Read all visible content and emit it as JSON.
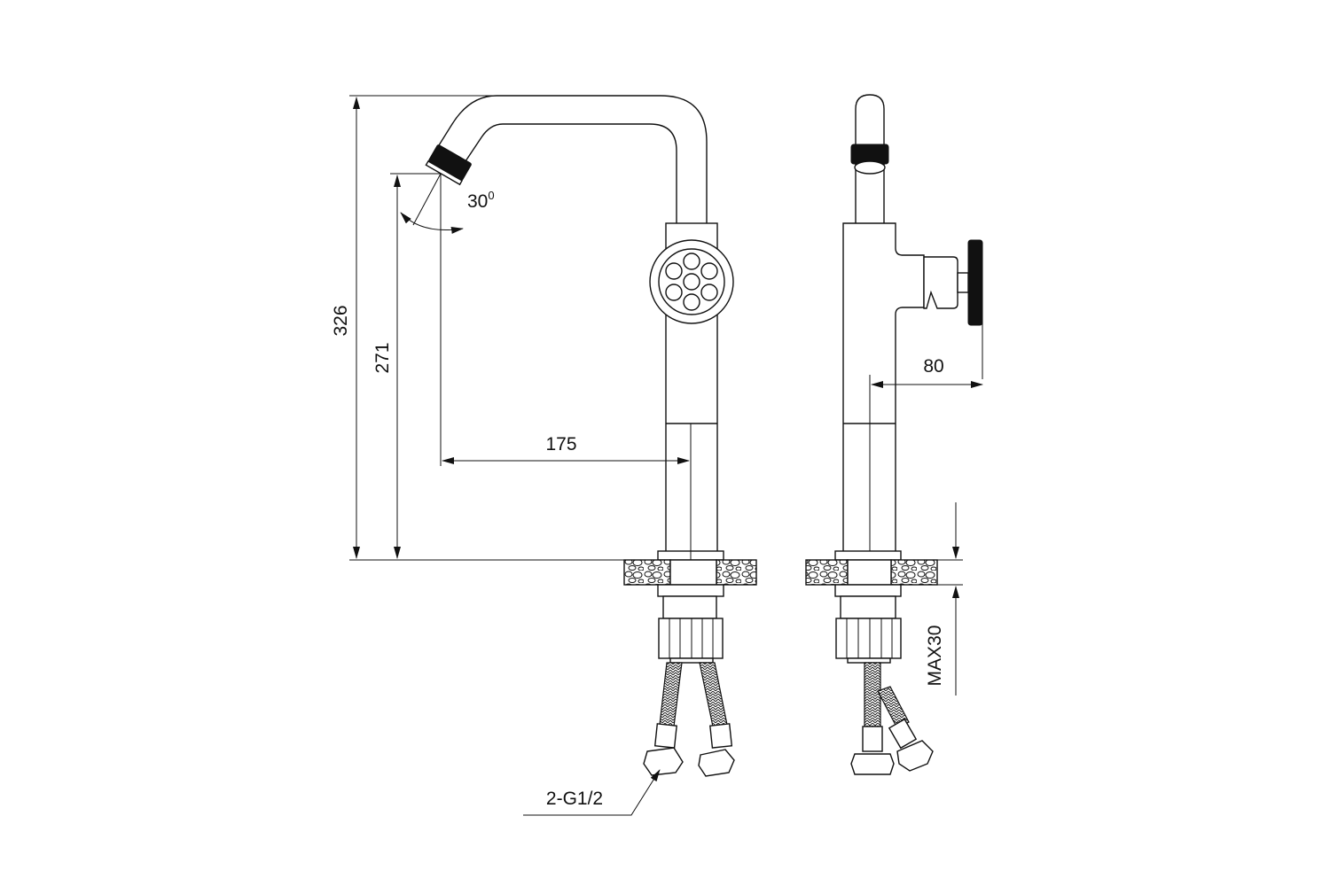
{
  "drawing": {
    "dimensions": {
      "total_height": "326",
      "spout_height": "271",
      "spout_reach": "175",
      "handle_projection": "80",
      "spout_angle": "30",
      "spout_angle_unit": "0",
      "max_counter_thickness": "MAX30",
      "connection": "2-G1/2"
    },
    "line_color": "#111111",
    "background": "#ffffff"
  }
}
